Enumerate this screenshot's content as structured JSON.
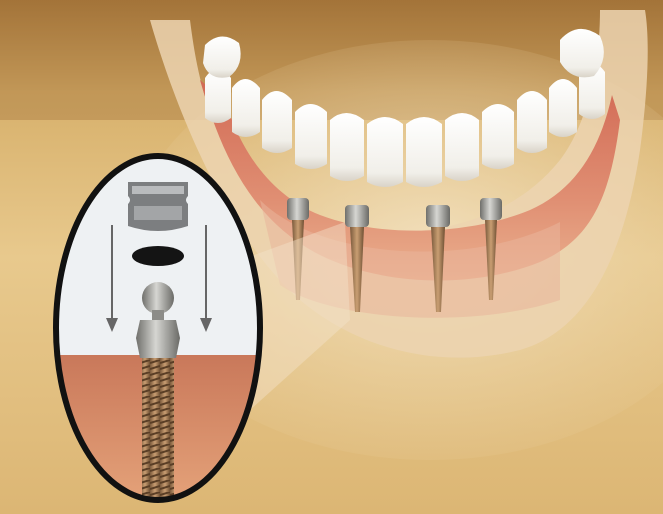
{
  "illustration": {
    "subject": "lower-jaw-overdenture-on-four-mini-implants",
    "implant_count": 4,
    "inset_parts": [
      "housing-cap",
      "o-ring",
      "ball-abutment-implant"
    ],
    "insertion_arrows": 2
  },
  "colors": {
    "background_top": "#a8793c",
    "background_mid": "#e6c587",
    "background_bottom": "#d9b473",
    "gum": "#d9826a",
    "gum_dark": "#b85a48",
    "tooth": "#f6f4ef",
    "metal": "#9a9a96",
    "inset_fill": "#eef1f3",
    "inset_border": "#111111"
  }
}
